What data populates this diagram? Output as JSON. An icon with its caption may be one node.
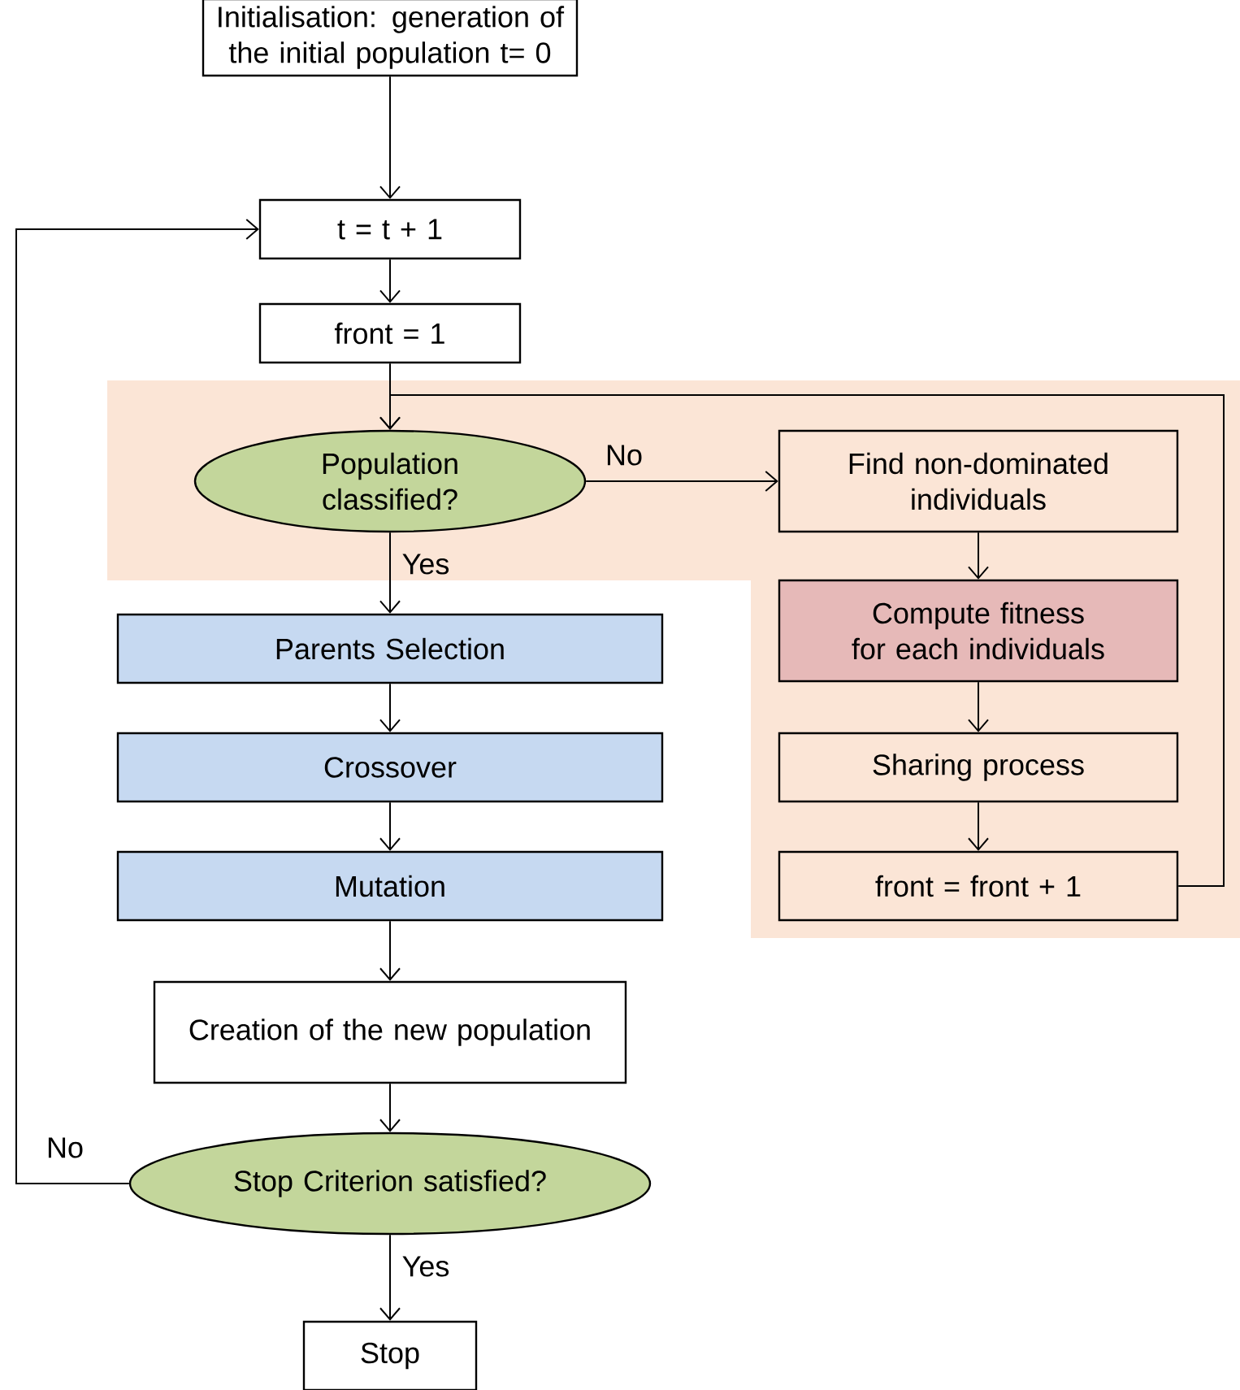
{
  "diagram": {
    "nodes": [
      {
        "text": [
          "Initialisation: generation of the initial population t= 0"
        ]
      },
      {
        "text": [
          "t = t + 1"
        ]
      },
      {
        "text": [
          "front = 1"
        ]
      },
      {
        "text": [
          "Population classified?"
        ]
      },
      {
        "text": [
          "Find non-dominated individuals"
        ]
      },
      {
        "text": [
          "Compute fitness for each individuals"
        ]
      },
      {
        "text": [
          "Sharing process"
        ]
      },
      {
        "text": [
          "front = front + 1"
        ]
      },
      {
        "text": [
          "Parents Selection"
        ]
      },
      {
        "text": [
          "Crossover"
        ]
      },
      {
        "text": [
          "Mutation"
        ]
      },
      {
        "text": [
          "Creation of the new population"
        ]
      },
      {
        "text": [
          "Stop Criterion satisfied?"
        ]
      },
      {
        "text": [
          "Stop"
        ]
      }
    ],
    "edges": [
      {
        "from": 0,
        "to": 1,
        "arrow": "to"
      },
      {
        "from": 1,
        "to": 2,
        "arrow": "to"
      },
      {
        "from": 2,
        "to": 3,
        "arrow": "to"
      },
      {
        "from": 3,
        "to": 4,
        "arrow": "to",
        "label": "No"
      },
      {
        "from": 4,
        "to": 5,
        "arrow": "to"
      },
      {
        "from": 5,
        "to": 6,
        "arrow": "to"
      },
      {
        "from": 6,
        "to": 7,
        "arrow": "to"
      },
      {
        "from": 7,
        "to": 3,
        "arrow": "to"
      },
      {
        "from": 3,
        "to": 8,
        "arrow": "to",
        "label": "Yes"
      },
      {
        "from": 8,
        "to": 9,
        "arrow": "to"
      },
      {
        "from": 9,
        "to": 10,
        "arrow": "to"
      },
      {
        "from": 10,
        "to": 11,
        "arrow": "to"
      },
      {
        "from": 11,
        "to": 12,
        "arrow": "to"
      },
      {
        "from": 12,
        "to": 1,
        "arrow": "to",
        "label": "No"
      },
      {
        "from": 12,
        "to": 13,
        "arrow": "to",
        "label": "Yes"
      }
    ]
  }
}
